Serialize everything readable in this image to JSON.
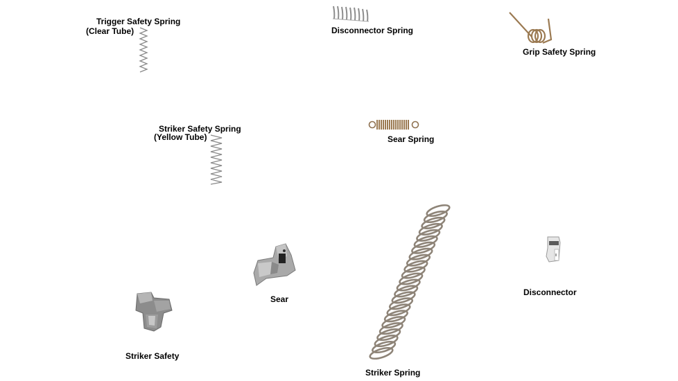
{
  "parts": {
    "trigger_safety_spring": {
      "label_line1": "Trigger Safety Spring",
      "label_line2": "(Clear Tube)",
      "icon": "compression-spring-icon"
    },
    "disconnector_spring": {
      "label": "Disconnector Spring",
      "icon": "short-spring-icon"
    },
    "grip_safety_spring": {
      "label": "Grip Safety Spring",
      "icon": "torsion-spring-icon"
    },
    "striker_safety_spring": {
      "label_line1": "Striker Safety Spring",
      "label_line2": "(Yellow Tube)",
      "icon": "compression-spring-icon"
    },
    "sear_spring": {
      "label": "Sear Spring",
      "icon": "extension-spring-icon"
    },
    "sear": {
      "label": "Sear",
      "icon": "sear-part-icon"
    },
    "disconnector": {
      "label": "Disconnector",
      "icon": "disconnector-part-icon"
    },
    "striker_safety": {
      "label": "Striker Safety",
      "icon": "striker-safety-part-icon"
    },
    "striker_spring": {
      "label": "Striker Spring",
      "icon": "large-coil-spring-icon"
    }
  },
  "colors": {
    "background": "#ffffff",
    "steel": "#9a9a9a",
    "steel_dark": "#6e6e6e",
    "bronze": "#9b7a52",
    "label": "#000000"
  }
}
